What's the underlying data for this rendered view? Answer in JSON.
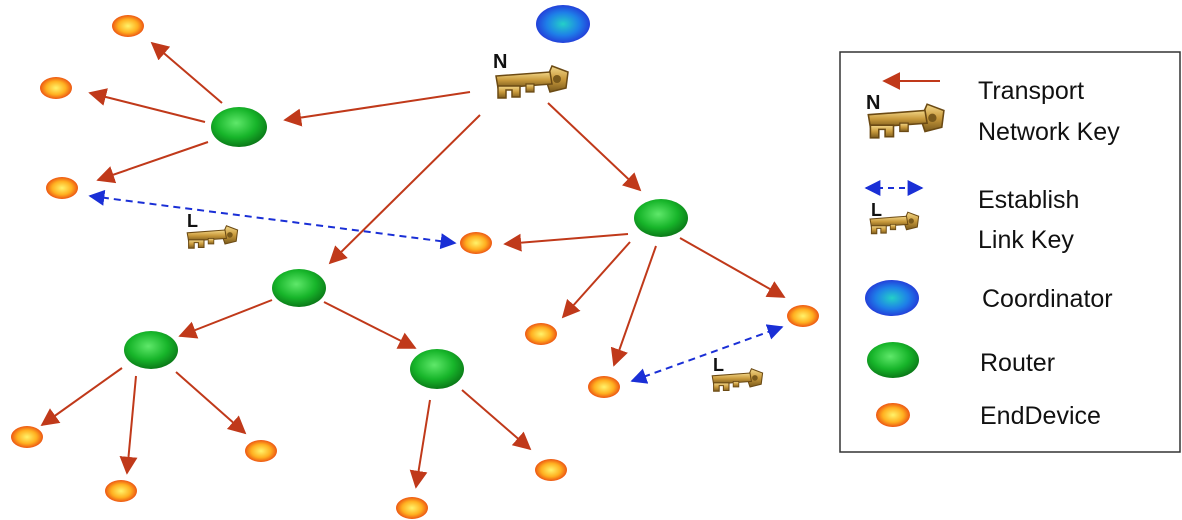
{
  "colors": {
    "transport_arrow": "#c0391a",
    "link_arrow": "#1a2fd6",
    "coordinator": "#1e5fe0",
    "router": "#13a022",
    "end_device": "#f06a10",
    "key": "#b8892e"
  },
  "diagram": {
    "transport_key_letter": "N",
    "link_key_letter": "L"
  },
  "legend": {
    "transport_letter": "N",
    "transport_line1": "Transport",
    "transport_line2": "Network Key",
    "link_letter": "L",
    "link_line1": "Establish",
    "link_line2": "Link Key",
    "coordinator": "Coordinator",
    "router": "Router",
    "end_device": "EndDevice"
  }
}
